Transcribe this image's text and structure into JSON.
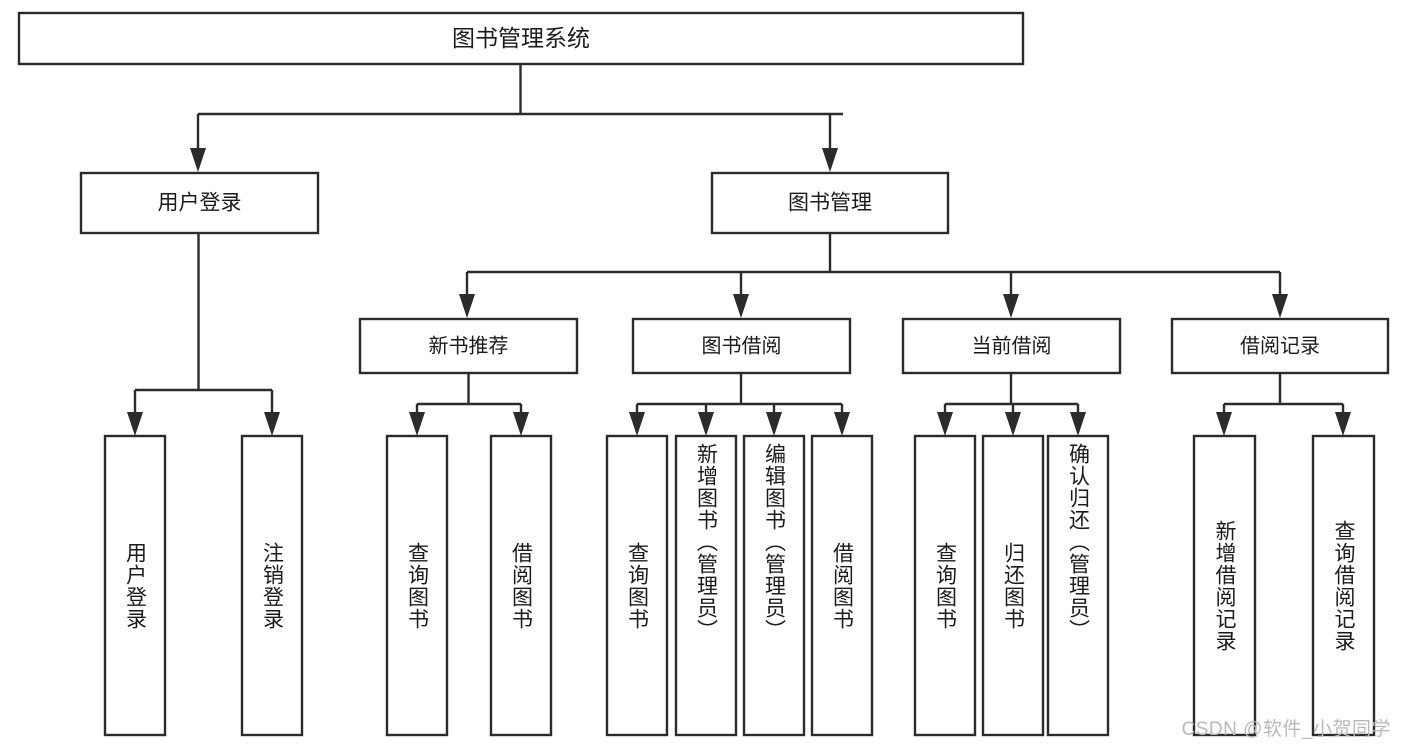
{
  "diagram": {
    "type": "tree",
    "title_node": {
      "label": "图书管理系统"
    },
    "level1": [
      {
        "id": "user-login",
        "label": "用户登录"
      },
      {
        "id": "book-management",
        "label": "图书管理"
      }
    ],
    "level2": [
      {
        "id": "new-book-recommend",
        "label": "新书推荐",
        "parent": "book-management"
      },
      {
        "id": "book-borrow",
        "label": "图书借阅",
        "parent": "book-management"
      },
      {
        "id": "current-borrow",
        "label": "当前借阅",
        "parent": "book-management"
      },
      {
        "id": "borrow-record",
        "label": "借阅记录",
        "parent": "book-management"
      }
    ],
    "leaves": [
      {
        "id": "leaf-user-login",
        "label": "用户登录",
        "parent": "user-login"
      },
      {
        "id": "leaf-logout-login",
        "label": "注销登录",
        "parent": "user-login"
      },
      {
        "id": "leaf-query-book-1",
        "label": "查询图书",
        "parent": "new-book-recommend"
      },
      {
        "id": "leaf-borrow-book-1",
        "label": "借阅图书",
        "parent": "new-book-recommend"
      },
      {
        "id": "leaf-query-book-2",
        "label": "查询图书",
        "parent": "book-borrow"
      },
      {
        "id": "leaf-add-book",
        "label": "新增图书（管理员）",
        "parent": "book-borrow"
      },
      {
        "id": "leaf-edit-book",
        "label": "编辑图书（管理员）",
        "parent": "book-borrow"
      },
      {
        "id": "leaf-borrow-book-2",
        "label": "借阅图书",
        "parent": "book-borrow"
      },
      {
        "id": "leaf-query-book-3",
        "label": "查询图书",
        "parent": "current-borrow"
      },
      {
        "id": "leaf-return-book",
        "label": "归还图书",
        "parent": "current-borrow"
      },
      {
        "id": "leaf-confirm-return",
        "label": "确认归还（管理员）",
        "parent": "current-borrow"
      },
      {
        "id": "leaf-add-record",
        "label": "新增借阅记录",
        "parent": "borrow-record"
      },
      {
        "id": "leaf-query-record",
        "label": "查询借阅记录",
        "parent": "borrow-record"
      }
    ],
    "colors": {
      "stroke": "#2b2b2b",
      "fill": "#ffffff",
      "text": "#1b1b1b",
      "watermark": "#b9b9b9"
    }
  },
  "watermark": {
    "text": "CSDN @软件_小贺同学"
  }
}
